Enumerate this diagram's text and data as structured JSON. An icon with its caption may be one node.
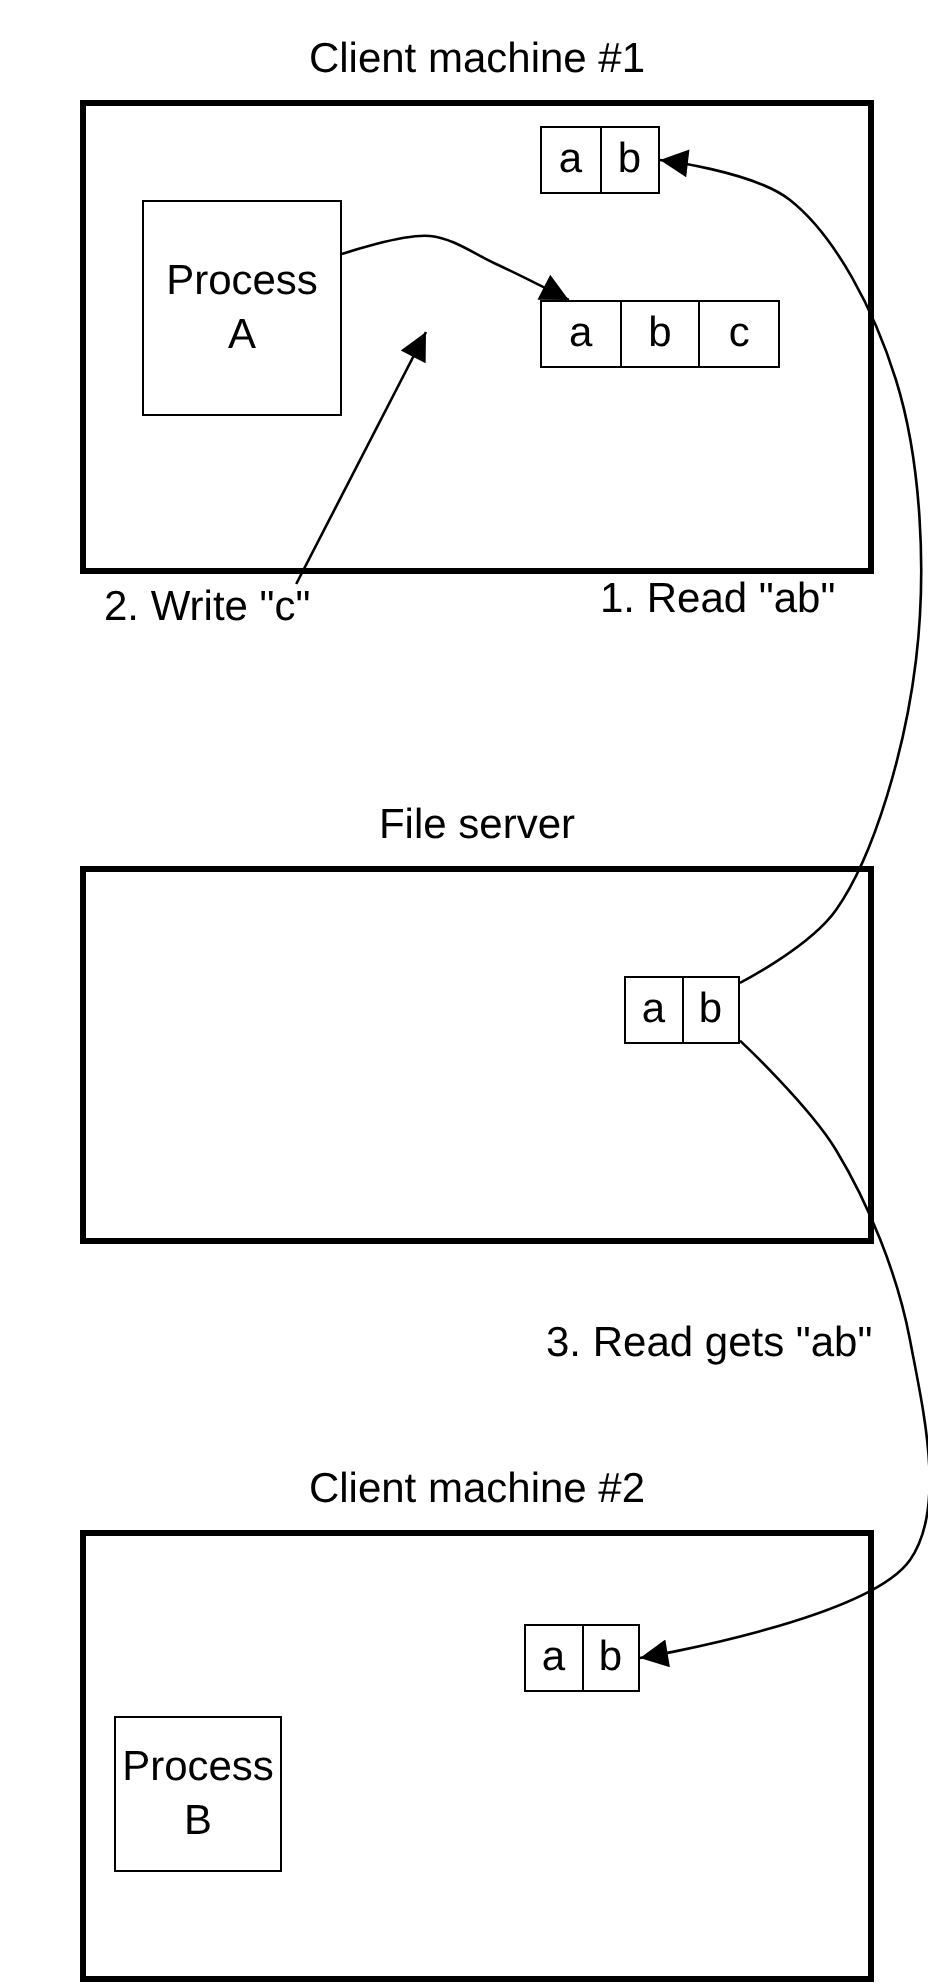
{
  "diagram": {
    "nodes": [
      {
        "text": [
          "Client machine #1"
        ]
      },
      {
        "text": [
          "Process A"
        ],
        "in": 0
      },
      {
        "text": [
          "a",
          "b"
        ],
        "in": 0
      },
      {
        "text": [
          "a",
          "b",
          "c"
        ],
        "in": 0
      },
      {
        "text": [
          "File server"
        ]
      },
      {
        "text": [
          "a",
          "b"
        ],
        "in": 4
      },
      {
        "text": [
          "Client machine #2"
        ]
      },
      {
        "text": [
          "a",
          "b"
        ],
        "in": 6
      },
      {
        "text": [
          "Process B"
        ],
        "in": 6
      },
      {
        "text": [
          "2. Write \"c\""
        ]
      }
    ],
    "edges": [
      {
        "from": 1,
        "to": 3,
        "arrow": "to"
      },
      {
        "from": 9,
        "to": null,
        "arrow": "to"
      },
      {
        "from": 5,
        "to": 2,
        "arrow": "to",
        "label": "1. Read \"ab\""
      },
      {
        "from": 5,
        "to": 7,
        "arrow": "to",
        "label": "3. Read gets \"ab\""
      }
    ]
  }
}
